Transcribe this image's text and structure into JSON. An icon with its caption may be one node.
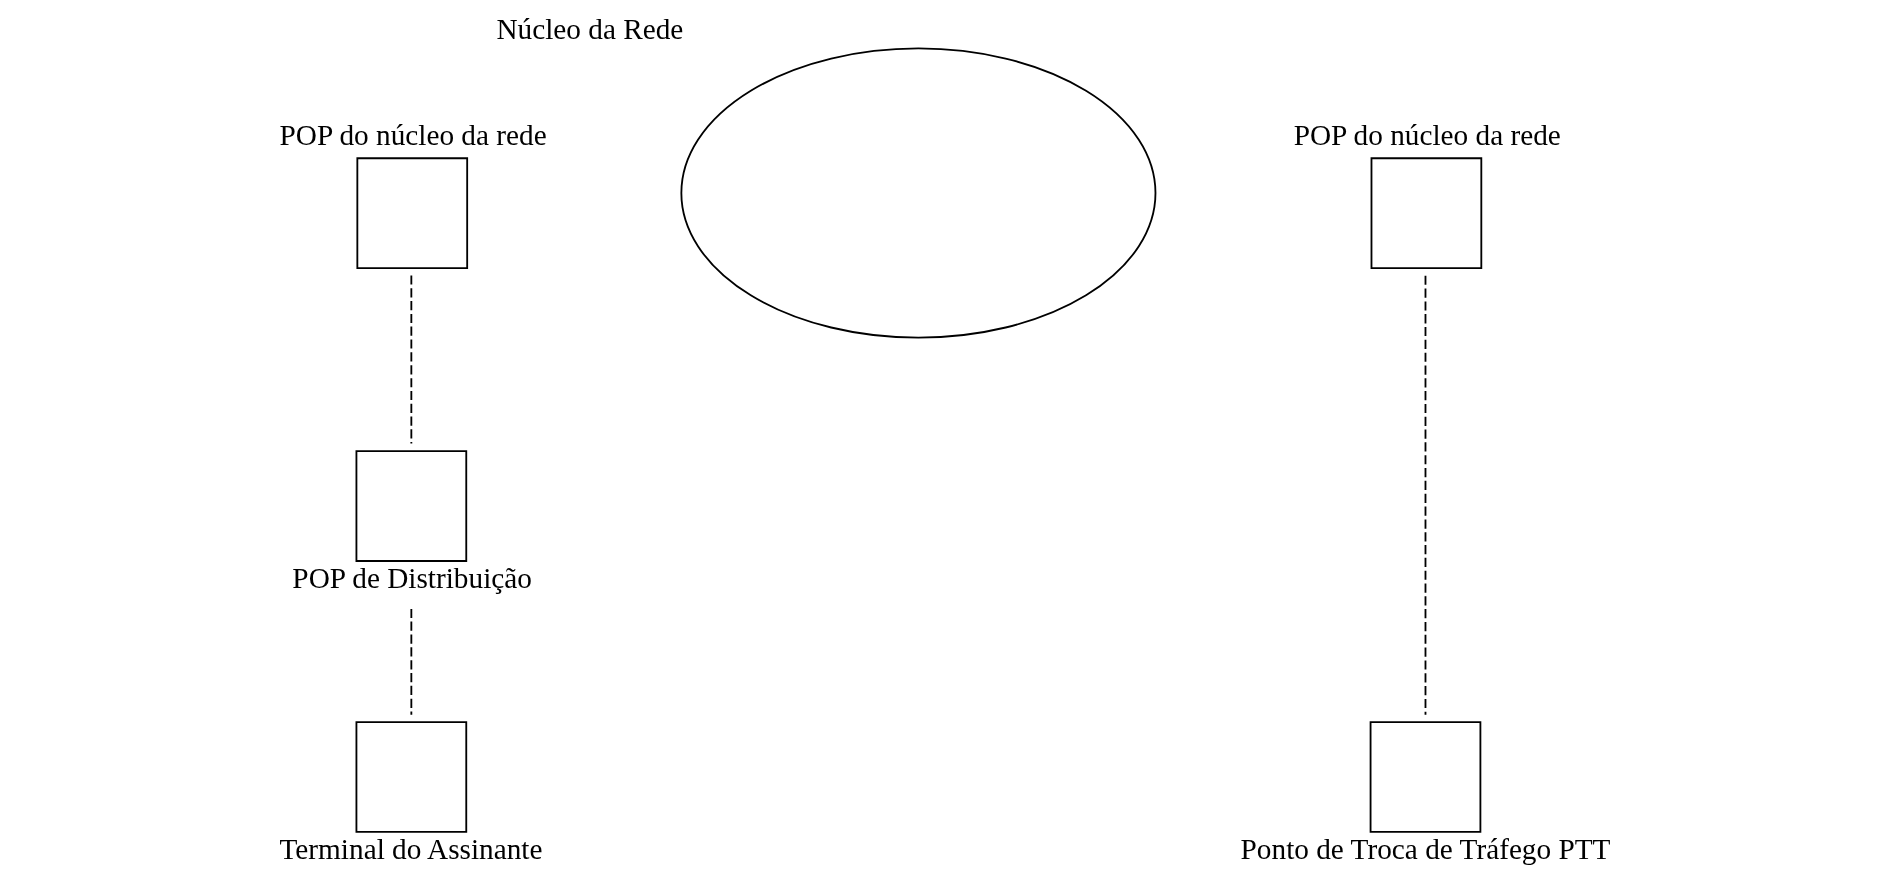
{
  "diagram": {
    "nodes": [
      {
        "text": [
          "Núcleo da Rede"
        ]
      },
      {
        "text": [
          "POP do núcleo da rede"
        ]
      },
      {
        "text": [
          "POP do núcleo da rede"
        ]
      },
      {
        "text": [
          "POP de Distribuição"
        ]
      },
      {
        "text": [
          "Terminal do Assinante"
        ]
      },
      {
        "text": [
          "Ponto de Troca de Tráfego PTT"
        ]
      }
    ],
    "edges": [
      {
        "from": 1,
        "to": 3,
        "arrow": "none",
        "style": "dashed"
      },
      {
        "from": 3,
        "to": 4,
        "arrow": "none",
        "style": "dashed"
      },
      {
        "from": 2,
        "to": 5,
        "arrow": "none",
        "style": "dashed"
      }
    ]
  }
}
